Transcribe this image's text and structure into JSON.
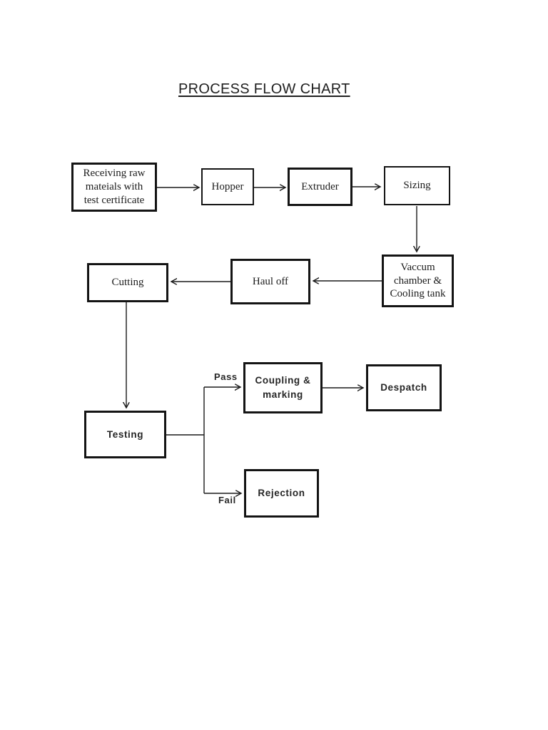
{
  "page": {
    "title": "PROCESS FLOW CHART"
  },
  "diagram": {
    "nodes": {
      "receiving": {
        "label": "Receiving raw\nmateials with\ntest certificate"
      },
      "hopper": {
        "label": "Hopper"
      },
      "extruder": {
        "label": "Extruder"
      },
      "sizing": {
        "label": "Sizing"
      },
      "vaccum": {
        "label": "Vaccum\nchamber &\nCooling tank"
      },
      "hauloff": {
        "label": "Haul off"
      },
      "cutting": {
        "label": "Cutting"
      },
      "testing": {
        "label": "Testing"
      },
      "coupling": {
        "label": "Coupling &\nmarking"
      },
      "despatch": {
        "label": "Despatch"
      },
      "rejection": {
        "label": "Rejection"
      }
    },
    "edge_labels": {
      "pass": "Pass",
      "fail": "Fail"
    },
    "edges": [
      {
        "from": "Receiving raw mateials with test certificate",
        "to": "Hopper",
        "label": ""
      },
      {
        "from": "Hopper",
        "to": "Extruder",
        "label": ""
      },
      {
        "from": "Extruder",
        "to": "Sizing",
        "label": ""
      },
      {
        "from": "Sizing",
        "to": "Vaccum chamber & Cooling tank",
        "label": ""
      },
      {
        "from": "Vaccum chamber & Cooling tank",
        "to": "Haul off",
        "label": ""
      },
      {
        "from": "Haul off",
        "to": "Cutting",
        "label": ""
      },
      {
        "from": "Cutting",
        "to": "Testing",
        "label": ""
      },
      {
        "from": "Testing",
        "to": "Coupling & marking",
        "label": "Pass"
      },
      {
        "from": "Testing",
        "to": "Rejection",
        "label": "Fail"
      },
      {
        "from": "Coupling & marking",
        "to": "Despatch",
        "label": ""
      }
    ],
    "ink_color": "#1a1a1a"
  }
}
